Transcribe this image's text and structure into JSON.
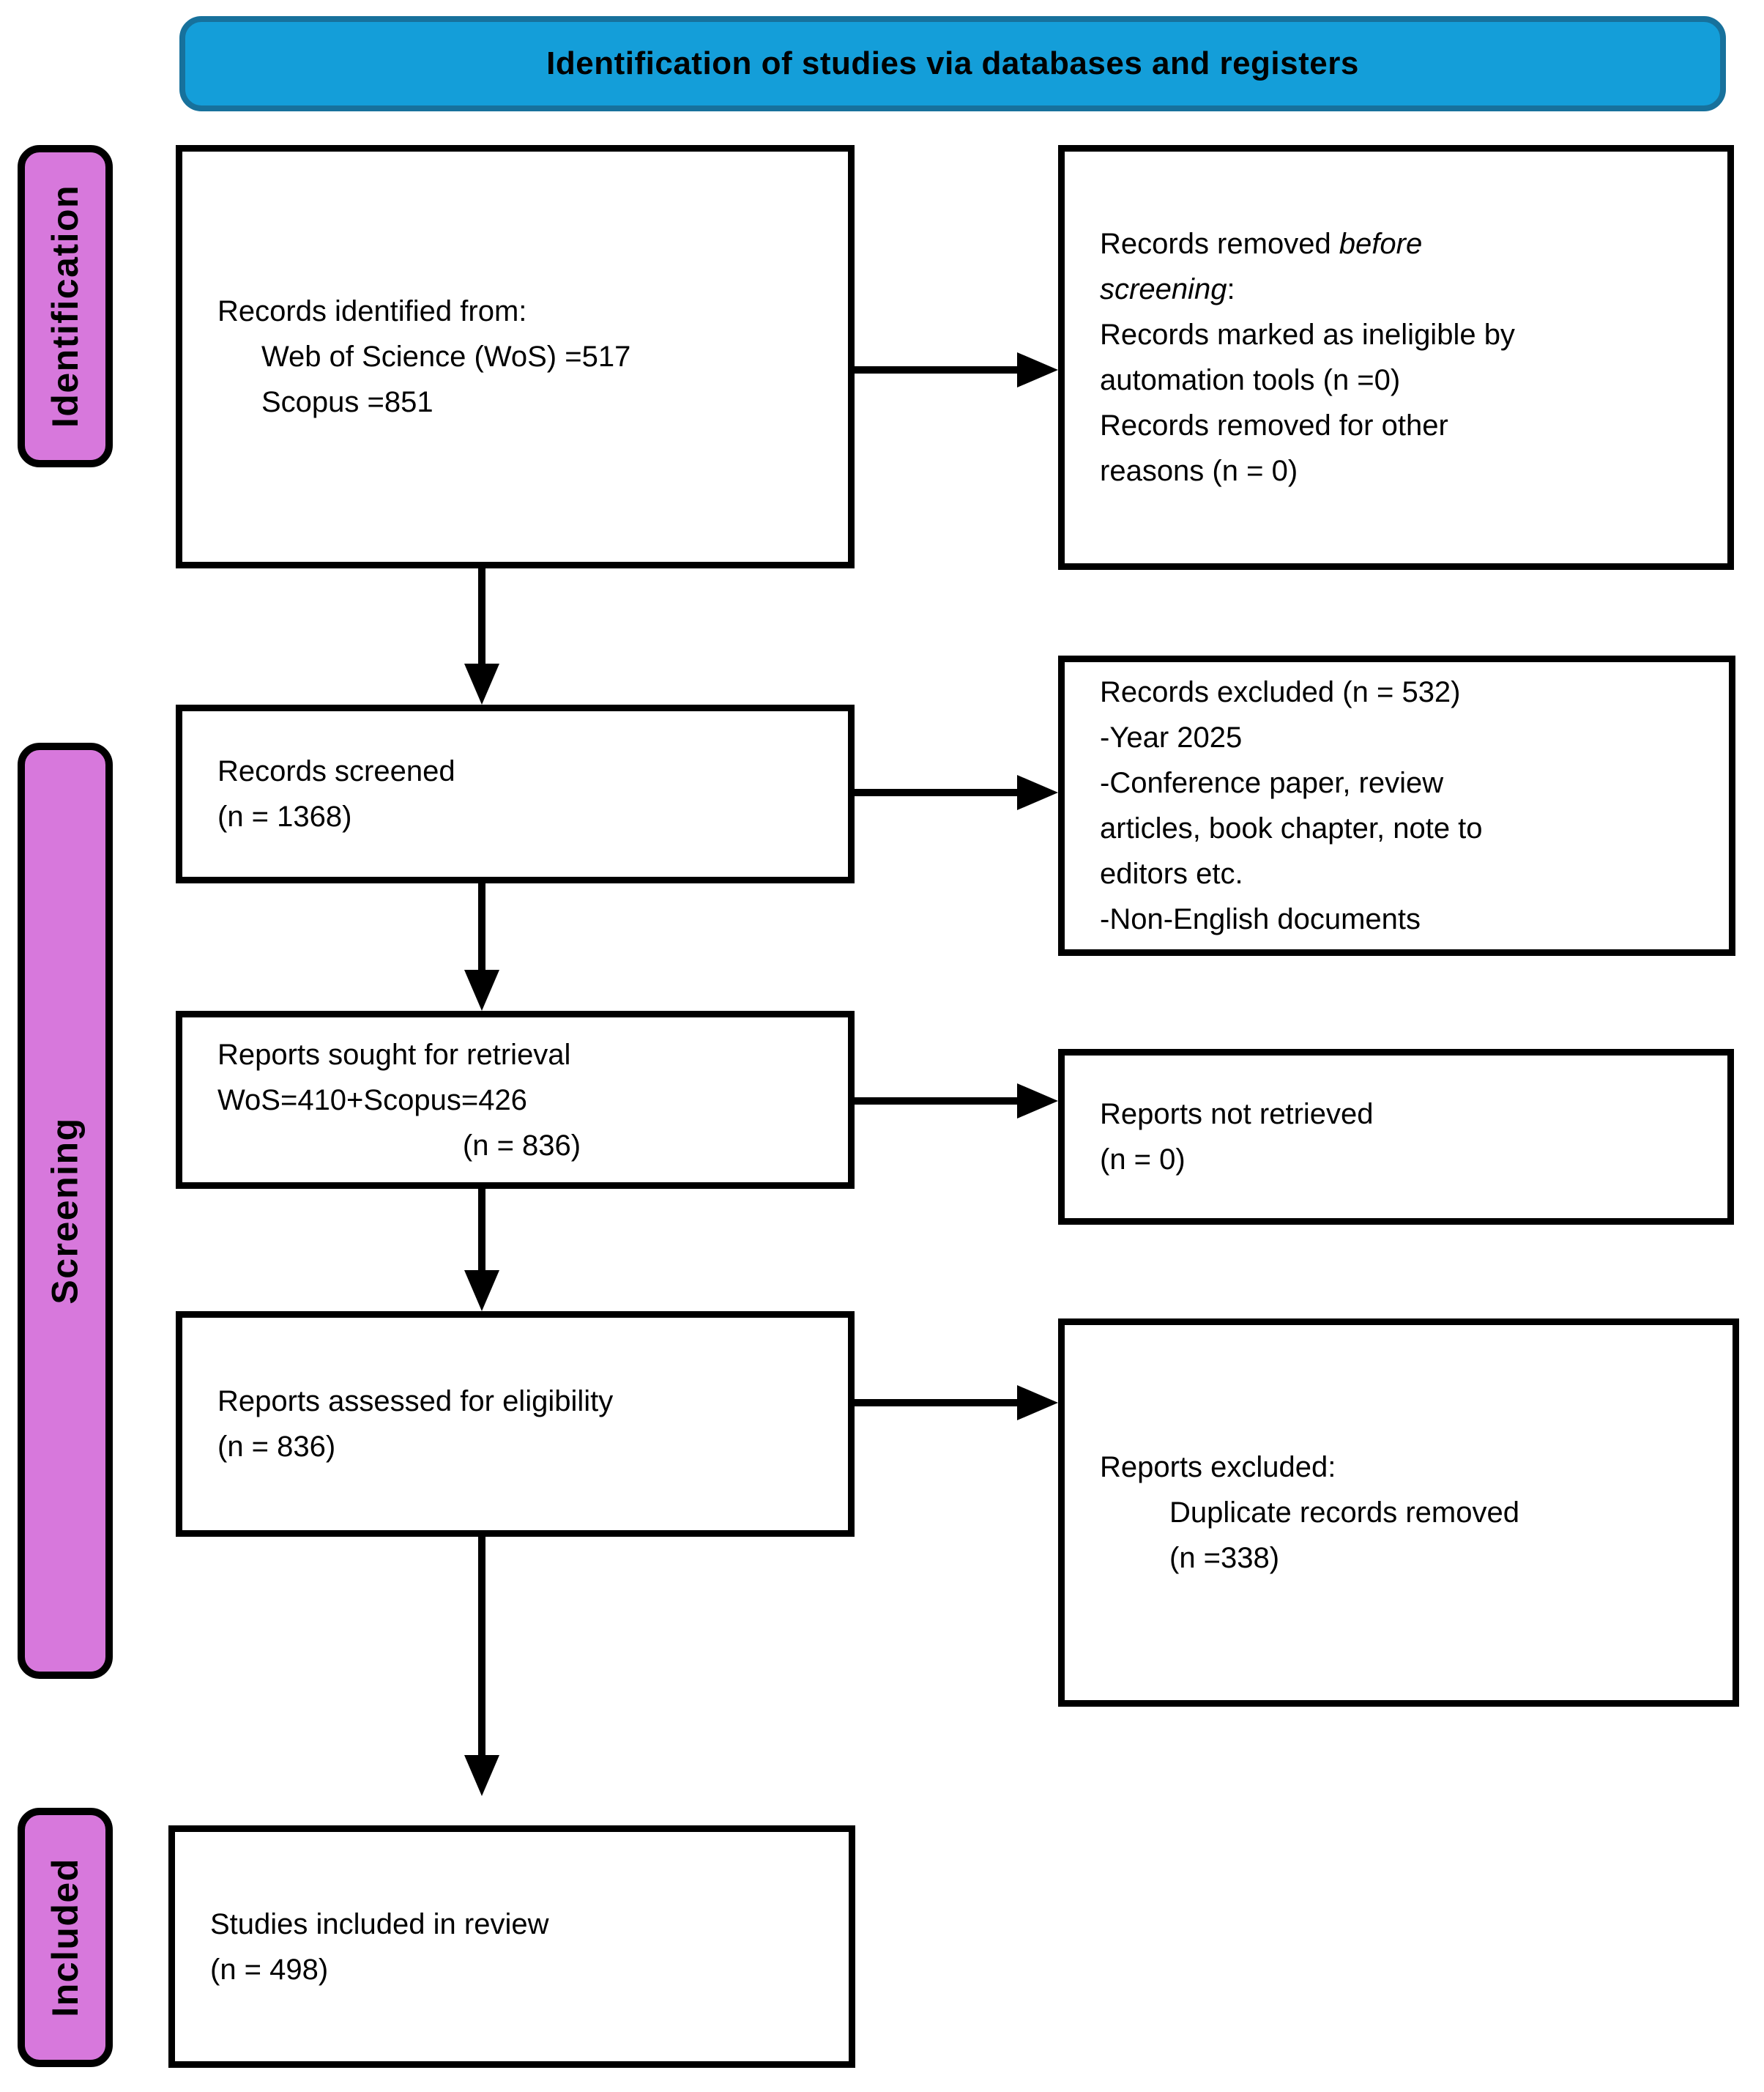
{
  "header": {
    "title": "Identification of studies via databases and registers"
  },
  "sidebar": {
    "identification_label": "Identification",
    "screening_label": "Screening",
    "included_label": "Included"
  },
  "colors": {
    "header_blue": "#149ED9",
    "header_border": "#17719C",
    "tab_purple": "#D778DC"
  },
  "boxes": {
    "records_identified": {
      "line1": "Records identified from:",
      "line2": "Web of Science (WoS) =517",
      "line3": "Scopus =851"
    },
    "records_removed": {
      "line1_normal": "Records removed ",
      "line1_italic": "before",
      "line2_italic": "screening",
      "line2_normal": ":",
      "line3": "Records marked as ineligible by",
      "line4": "automation tools (n =0)",
      "line5": "Records removed for other",
      "line6": "reasons (n = 0)"
    },
    "records_screened": {
      "line1": "Records screened",
      "line2": "(n = 1368)"
    },
    "records_excluded": {
      "line1": "Records excluded (n = 532)",
      "line2": "-Year 2025",
      "line3": "-Conference paper, review",
      "line4": "articles, book chapter, note to",
      "line5": "editors etc.",
      "line6": "-Non-English documents"
    },
    "reports_sought": {
      "line1": "Reports sought for retrieval",
      "line2": "WoS=410+Scopus=426",
      "line3": "(n = 836)"
    },
    "reports_not_retrieved": {
      "line1": "Reports not retrieved",
      "line2": "(n = 0)"
    },
    "reports_assessed": {
      "line1": "Reports assessed for eligibility",
      "line2": "(n = 836)"
    },
    "reports_excluded": {
      "line1": "Reports excluded:",
      "line2": "Duplicate records removed",
      "line3": "(n =338)"
    },
    "studies_included": {
      "line1": "Studies included in review",
      "line2": "(n = 498)"
    }
  }
}
